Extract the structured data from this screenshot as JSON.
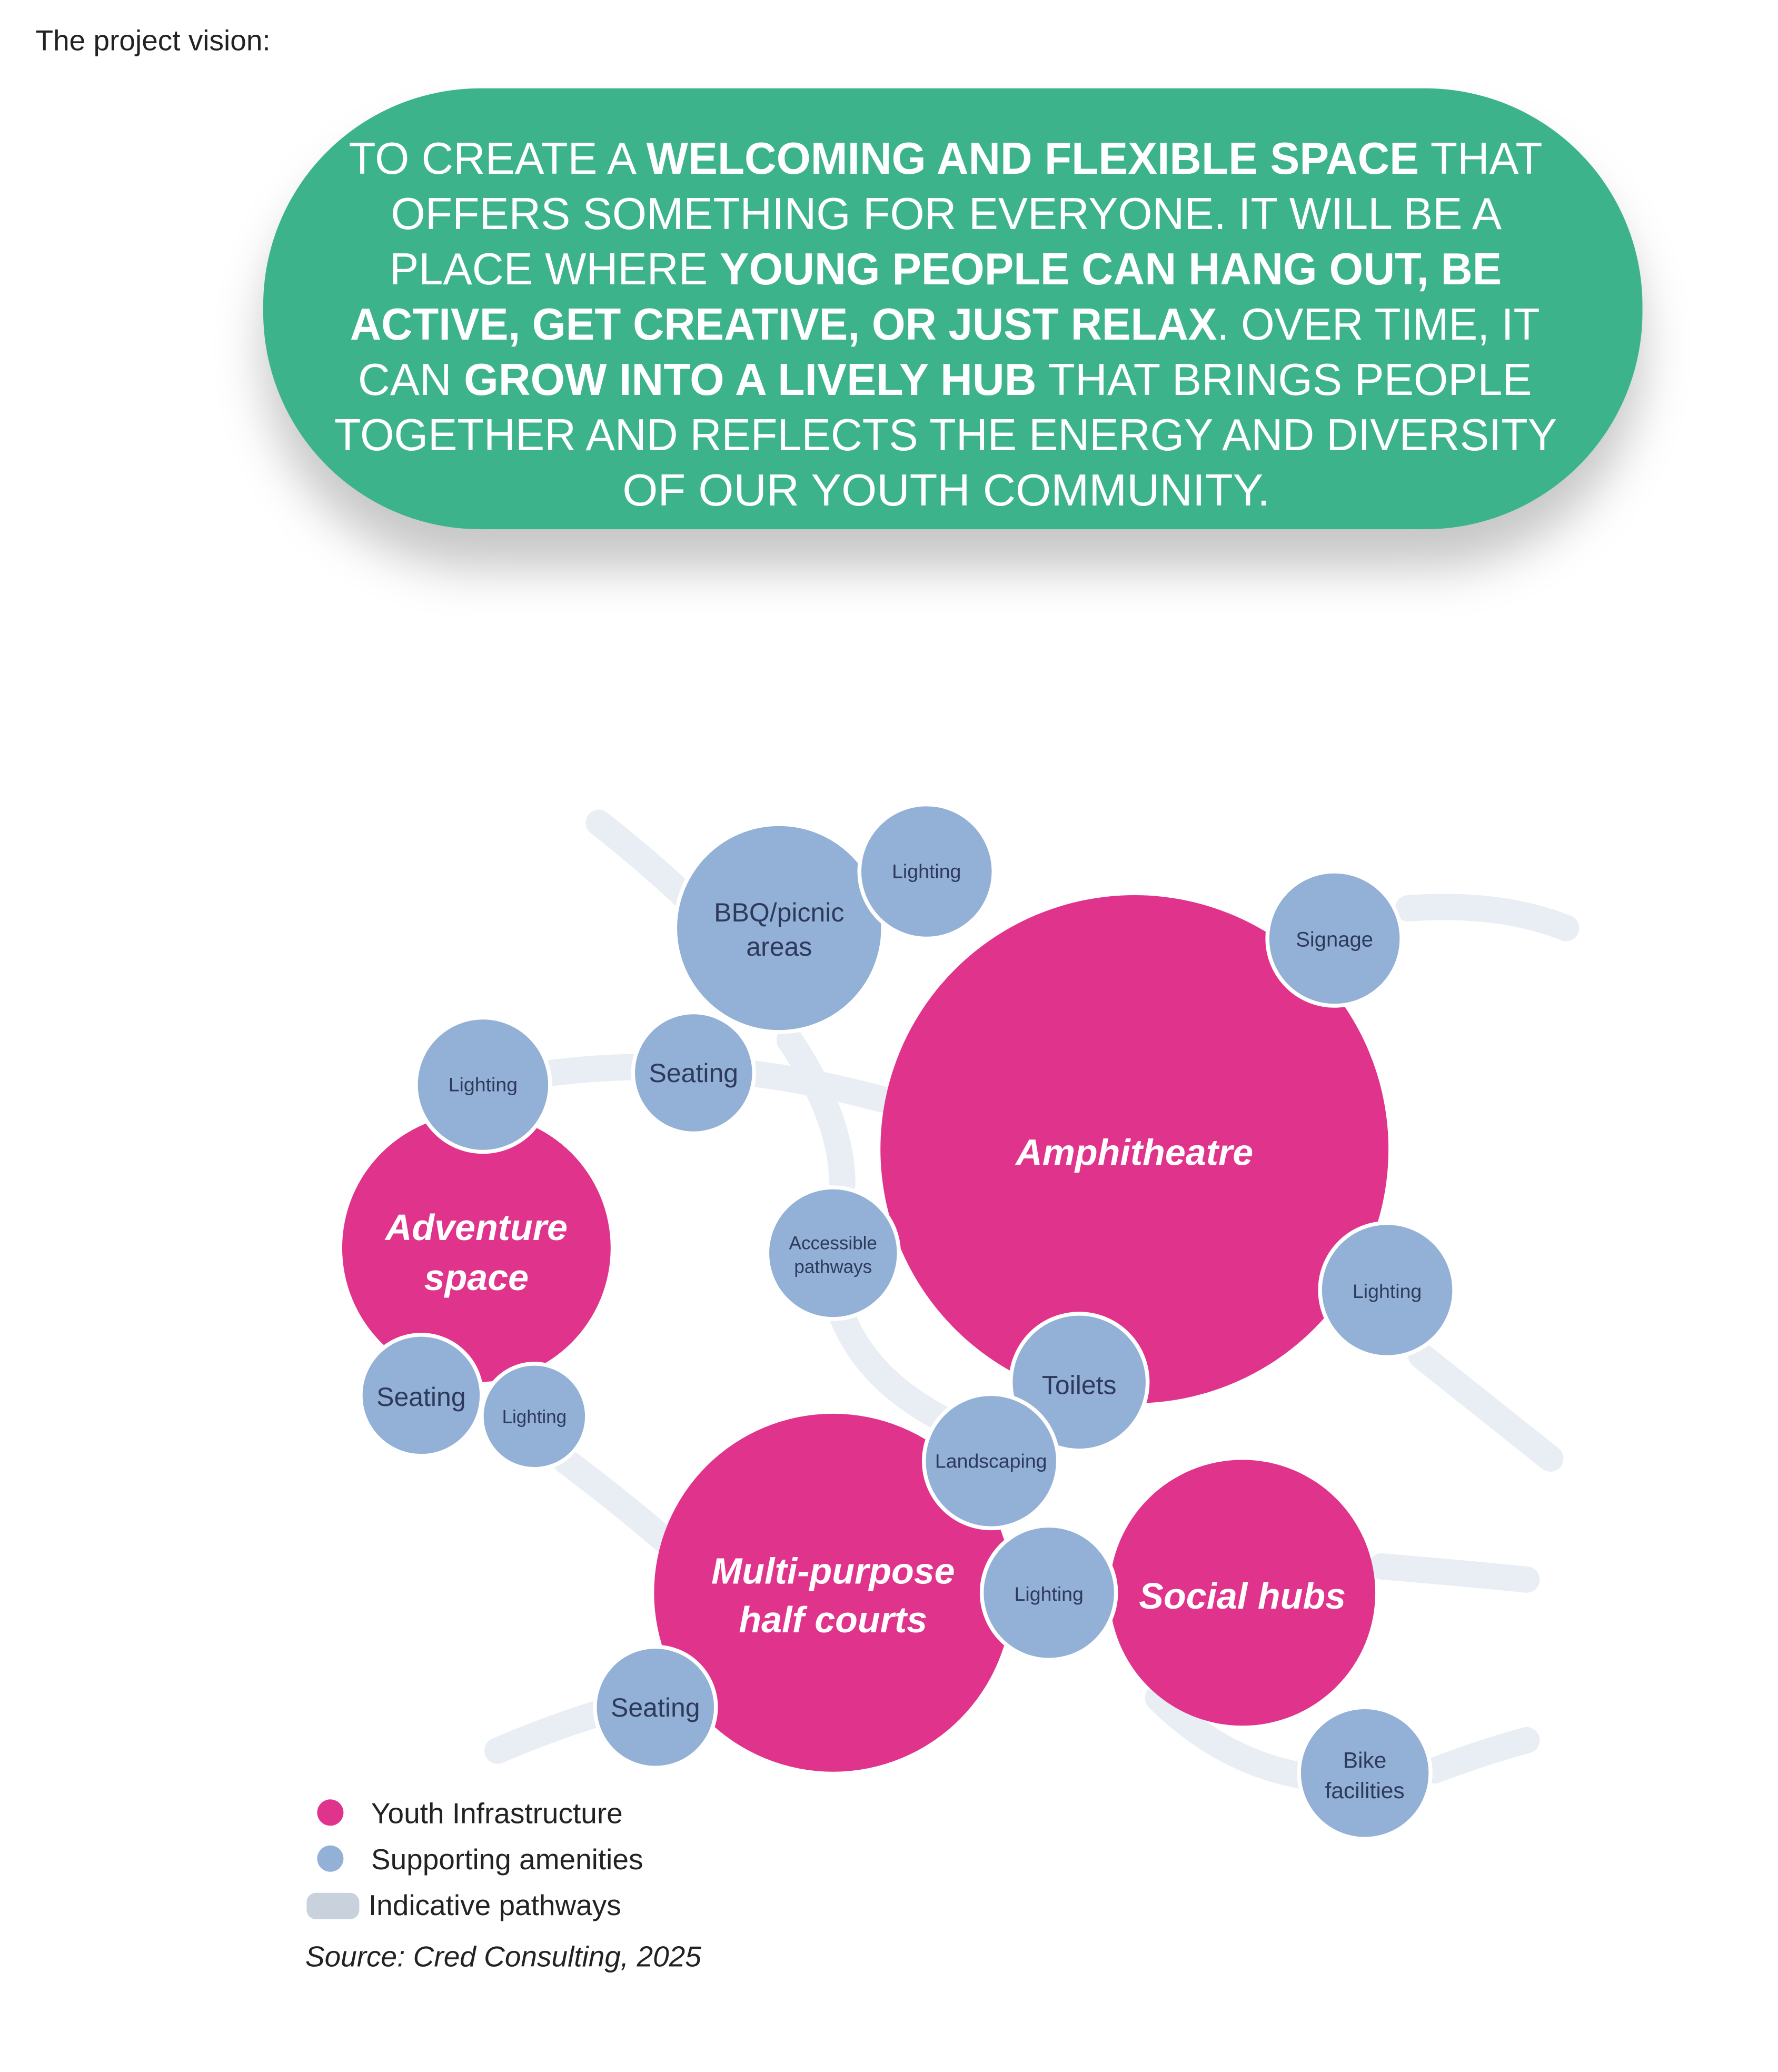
{
  "header": {
    "intro": "The project vision:"
  },
  "vision": {
    "lines": [
      [
        {
          "t": "TO CREATE A ",
          "bold": false
        },
        {
          "t": "WELCOMING AND FLEXIBLE SPACE",
          "bold": true
        },
        {
          "t": " THAT",
          "bold": false
        }
      ],
      [
        {
          "t": "OFFERS SOMETHING FOR EVERYONE. IT WILL BE A",
          "bold": false
        }
      ],
      [
        {
          "t": "PLACE WHERE ",
          "bold": false
        },
        {
          "t": "YOUNG PEOPLE CAN HANG OUT, BE",
          "bold": true
        }
      ],
      [
        {
          "t": "ACTIVE, GET CREATIVE, OR JUST RELAX",
          "bold": true
        },
        {
          "t": ". OVER TIME, IT",
          "bold": false
        }
      ],
      [
        {
          "t": "CAN ",
          "bold": false
        },
        {
          "t": "GROW INTO A LIVELY HUB",
          "bold": true
        },
        {
          "t": " THAT BRINGS PEOPLE",
          "bold": false
        }
      ],
      [
        {
          "t": "TOGETHER AND REFLECTS THE ENERGY AND DIVERSITY",
          "bold": false
        }
      ],
      [
        {
          "t": "OF OUR YOUTH COMMUNITY.",
          "bold": false
        }
      ]
    ],
    "color": "#3db38c"
  },
  "diagram": {
    "colors": {
      "youth_infrastructure": "#e0338c",
      "supporting_amenities": "#93b0d6",
      "pathways": "#c9d2dc"
    },
    "infrastructure": {
      "amphitheatre": "Amphitheatre",
      "adventure": [
        "Adventure",
        "space"
      ],
      "courts": [
        "Multi-purpose",
        "half courts"
      ],
      "social": "Social hubs"
    },
    "amenities": {
      "bbq": [
        "BBQ/picnic",
        "areas"
      ],
      "lighting": "Lighting",
      "signage": "Signage",
      "seating": "Seating",
      "accessible": [
        "Accessible",
        "pathways"
      ],
      "toilets": "Toilets",
      "landscaping": "Landscaping",
      "bike": [
        "Bike",
        "facilities"
      ]
    }
  },
  "legend": {
    "youth_infrastructure": "Youth Infrastructure",
    "supporting_amenities": "Supporting amenities",
    "indicative_pathways": "Indicative pathways",
    "source": "Source: Cred Consulting, 2025"
  }
}
